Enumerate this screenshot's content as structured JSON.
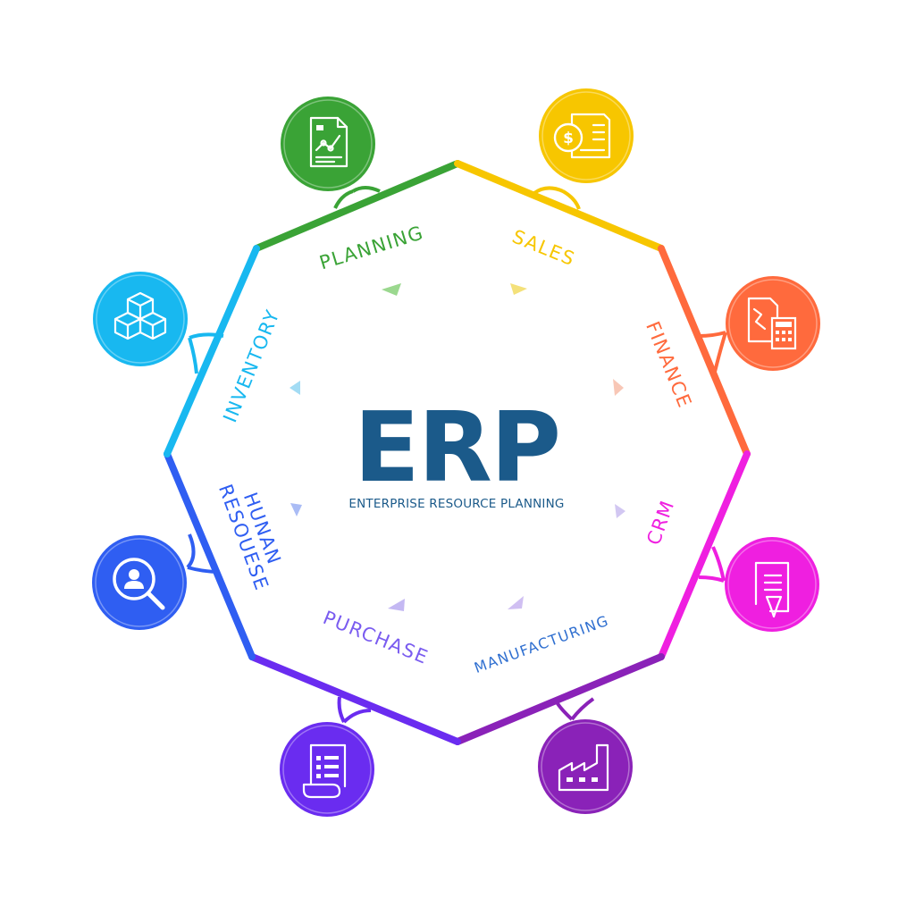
{
  "title": "ERP",
  "subtitle": "ENTERPRISE RESOURCE PLANNING",
  "colors": {
    "title": "#1b5a8a",
    "planning": "#3aa336",
    "sales": "#f7c600",
    "finance": "#ff6a3d",
    "crm": "#ef1fe0",
    "manufacturing": "#8a22b8",
    "purchase": "#6a2cf0",
    "human_resource": "#2f5ef2",
    "inventory": "#18b8f0"
  },
  "modules": [
    {
      "key": "planning",
      "label": "PLANNING",
      "icon": "document-chart-icon",
      "color": "#3aa336"
    },
    {
      "key": "sales",
      "label": "SALES",
      "icon": "dollar-invoice-icon",
      "color": "#f7c600"
    },
    {
      "key": "finance",
      "label": "FINANCE",
      "icon": "calculator-document-icon",
      "color": "#ff6a3d"
    },
    {
      "key": "crm",
      "label": "CRM",
      "icon": "contract-document-icon",
      "color": "#ef1fe0"
    },
    {
      "key": "manufacturing",
      "label": "MANUFACTURING",
      "icon": "factory-icon",
      "color": "#8a22b8"
    },
    {
      "key": "purchase",
      "label": "PURCHASE",
      "icon": "receipt-scroll-icon",
      "color": "#6a2cf0"
    },
    {
      "key": "human_resource",
      "label_line1": "HUNAN",
      "label_line2": "RESOUESE",
      "icon": "user-search-icon",
      "color": "#2f5ef2"
    },
    {
      "key": "inventory",
      "label": "INVENTORY",
      "icon": "stacked-boxes-icon",
      "color": "#18b8f0"
    }
  ]
}
